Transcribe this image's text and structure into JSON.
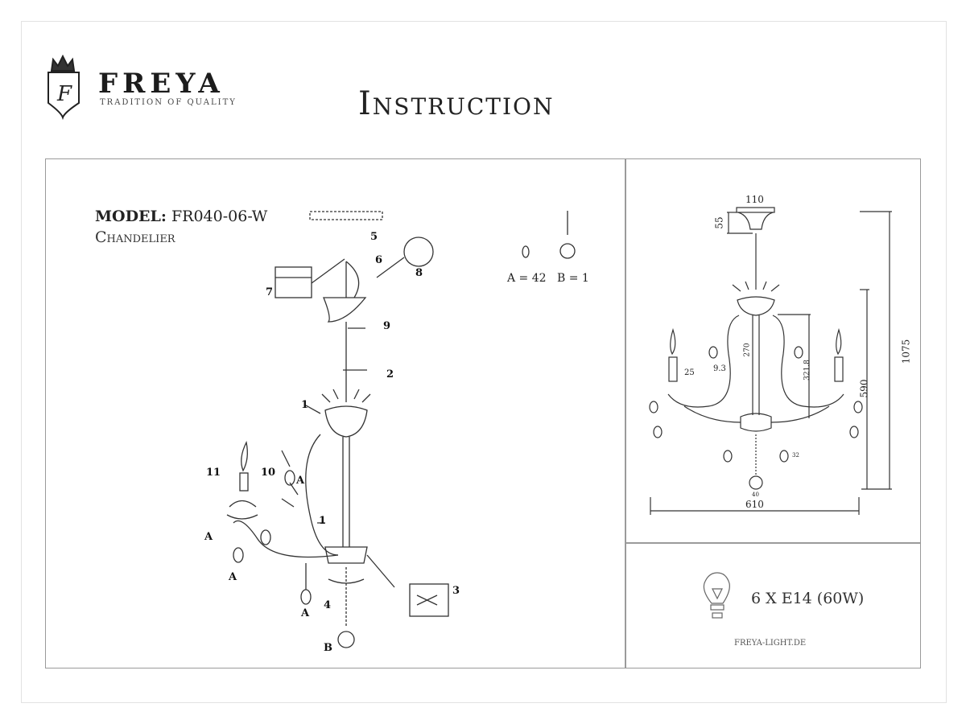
{
  "header": {
    "brand": "FREYA",
    "tagline": "TRADITION OF QUALITY",
    "logo_letter": "F",
    "title": "Instruction"
  },
  "product": {
    "model_label": "MODEL:",
    "model_value": "FR040-06-W",
    "type": "Chandelier"
  },
  "assembly": {
    "steps": [
      "1",
      "2",
      "3",
      "4",
      "5",
      "6",
      "7",
      "8",
      "9",
      "10",
      "11",
      "1"
    ],
    "crystal_markers": [
      "A",
      "A",
      "A",
      "A",
      "B"
    ],
    "counts": {
      "a": "A = 42",
      "b": "B = 1"
    }
  },
  "dimensions": {
    "canopy_width": "110",
    "canopy_height": "55",
    "total_height": "1075",
    "body_height": "590",
    "arm_height": "321.8",
    "stem": "270",
    "tube": "9.3",
    "candle": "25",
    "width": "610",
    "drop": "32",
    "ball": "40"
  },
  "specs": {
    "bulbs": "6 X E14 (60W)",
    "website": "FREYA-LIGHT.DE"
  }
}
